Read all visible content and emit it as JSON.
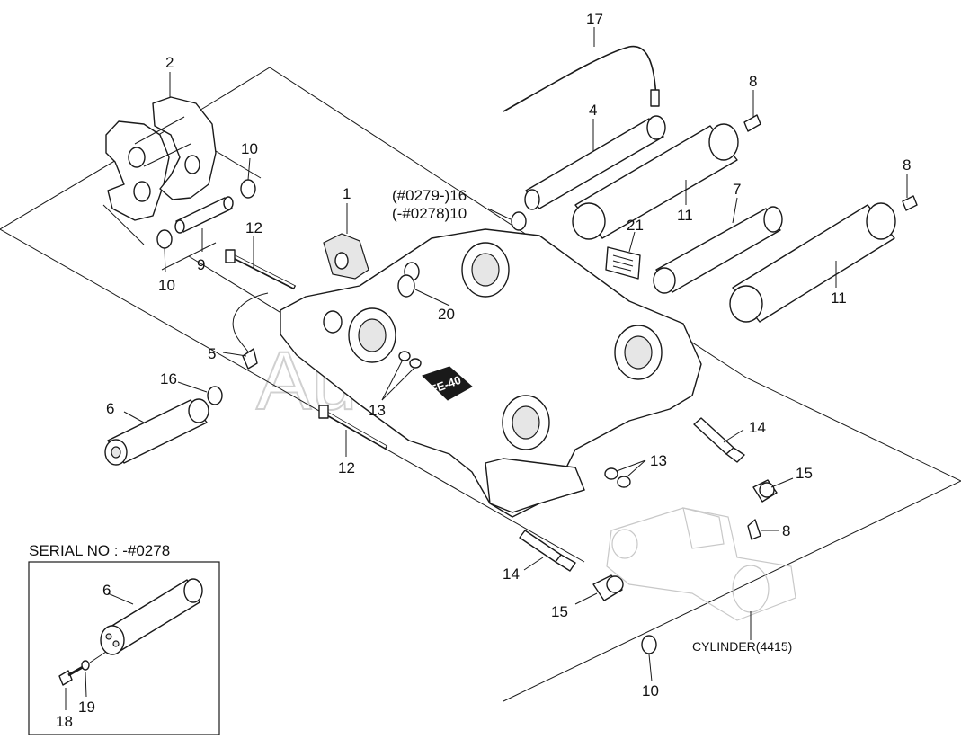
{
  "watermark": "AutoSoft",
  "callouts": {
    "c1": "1",
    "c2": "2",
    "c4": "4",
    "c5": "5",
    "c6": "6",
    "c7": "7",
    "c8a": "8",
    "c8b": "8",
    "c8c": "8",
    "c9": "9",
    "c10a": "10",
    "c10b": "10",
    "c10c": "(-#0278)10",
    "c10d": "10",
    "c11a": "11",
    "c11b": "11",
    "c12a": "12",
    "c12b": "12",
    "c13a": "13",
    "c13b": "13",
    "c14a": "14",
    "c14b": "14",
    "c15a": "15",
    "c15b": "15",
    "c16a": "(#0279-)16",
    "c16b": "16",
    "c17": "17",
    "c20": "20",
    "c21": "21"
  },
  "inset": {
    "title": "SERIAL NO : -#0278",
    "c6": "6",
    "c18": "18",
    "c19": "19"
  },
  "cylinder_label": "CYLINDER(4415)",
  "badge_text": "FE-40"
}
